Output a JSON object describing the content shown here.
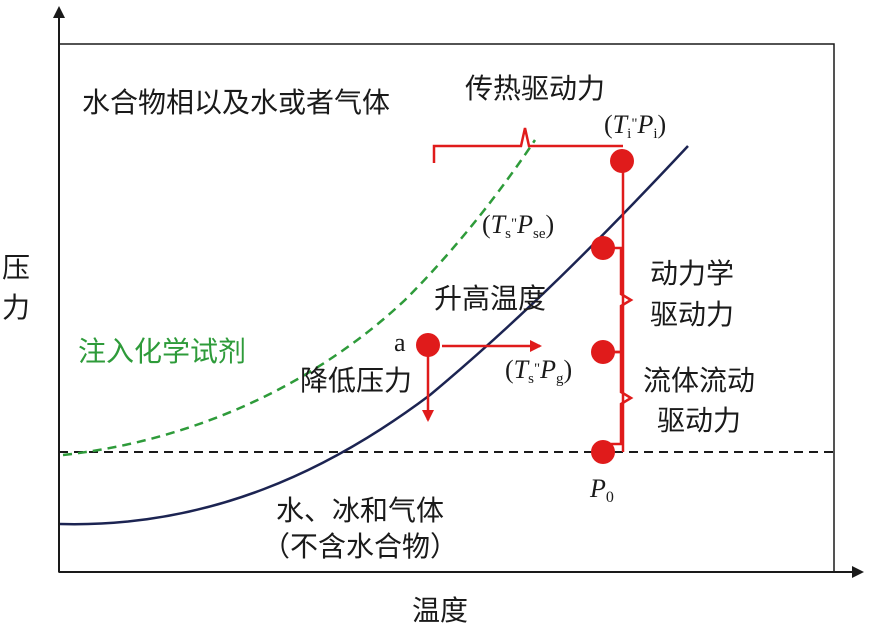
{
  "axes": {
    "x_label": "温度",
    "y_label_top": "压",
    "y_label_bottom": "力"
  },
  "regions": {
    "upper": "水合物相以及水或者气体",
    "lower_line1": "水、冰和气体",
    "lower_line2": "（不含水合物）"
  },
  "curves": {
    "inhibitor": "注入化学试剂",
    "inhibitor_color": "#2e9b3a",
    "equilibrium_color": "#1c2452"
  },
  "points": {
    "a": "a",
    "Ti": {
      "open": "(",
      "T": "T",
      "Tsub": "i",
      "sep": "\"",
      "P": "P",
      "Psub": "i",
      "close": ")"
    },
    "Ts_Pse": {
      "open": "(",
      "T": "T",
      "Tsub": "s",
      "sep": "\"",
      "P": "P",
      "Psub": "se",
      "close": ")"
    },
    "Ts_Pg": {
      "open": "(",
      "T": "T",
      "Tsub": "s",
      "sep": "\"",
      "P": "P",
      "Psub": "g",
      "close": ")"
    },
    "P0": {
      "P": "P",
      "sub": "0"
    },
    "marker_color": "#e01b1b"
  },
  "labels": {
    "heat_transfer": "传热驱动力",
    "kinetic_line1": "动力学",
    "kinetic_line2": "驱动力",
    "fluid_line1": "流体流动",
    "fluid_line2": "驱动力",
    "raise_temp": "升高温度",
    "lower_pressure": "降低压力"
  }
}
